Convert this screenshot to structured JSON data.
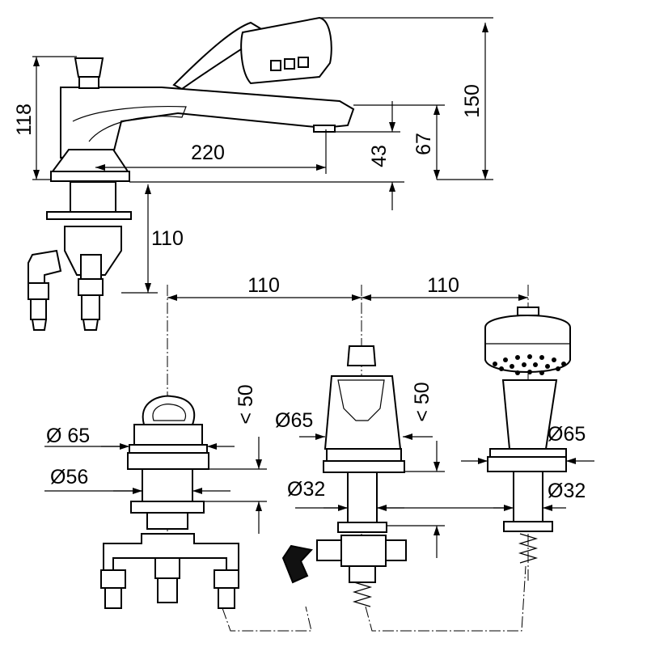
{
  "dimensions": {
    "height_total": "118",
    "spout_reach": "220",
    "height_max": "150",
    "height_67": "67",
    "spout_height": "43",
    "below_deck": "110",
    "spacing_left": "110",
    "spacing_right": "110",
    "max_deck_left": "< 50",
    "max_deck_mid": "< 50",
    "dia_left_plate": "Ø 65",
    "dia_left_hole": "Ø56",
    "dia_mid_plate": "Ø65",
    "dia_mid_hole": "Ø32",
    "dia_right_plate": "Ø65",
    "dia_right_hole": "Ø32"
  }
}
